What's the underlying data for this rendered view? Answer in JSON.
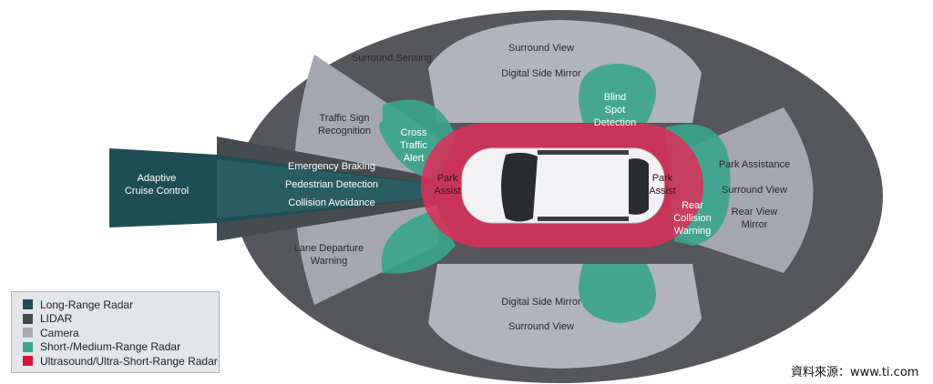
{
  "labels": {
    "surround_sensing": "Surround Sensing",
    "surround_view_top": "Surround View",
    "digital_side_mirror_top": "Digital Side Mirror",
    "blind_spot": [
      "Blind",
      "Spot",
      "Detection"
    ],
    "traffic_sign": [
      "Traffic Sign",
      "Recognition"
    ],
    "cross_traffic": [
      "Cross",
      "Traffic",
      "Alert"
    ],
    "adaptive_cruise": [
      "Adaptive",
      "Cruise Control"
    ],
    "emergency_braking": "Emergency Braking",
    "pedestrian_detection": "Pedestrian Detection",
    "collision_avoidance": "Collision Avoidance",
    "park_assist_front": [
      "Park",
      "Assist"
    ],
    "park_assist_rear": [
      "Park",
      "Assist"
    ],
    "rear_collision": [
      "Rear",
      "Collision",
      "Warning"
    ],
    "park_assistance": "Park Assistance",
    "surround_view_right": "Surround View",
    "rear_view_mirror": [
      "Rear View",
      "Mirror"
    ],
    "lane_departure": [
      "Lane Departure",
      "Warning"
    ],
    "digital_side_mirror_bottom": "Digital Side Mirror",
    "surround_view_bottom": "Surround View"
  },
  "legend": [
    {
      "label": "Long-Range Radar",
      "color": "#1e4d55"
    },
    {
      "label": "LIDAR",
      "color": "#45494d"
    },
    {
      "label": "Camera",
      "color": "#a9abb3"
    },
    {
      "label": "Short-/Medium-Range Radar",
      "color": "#3aa58c"
    },
    {
      "label": "Ultrasound/Ultra-Short-Range Radar",
      "color": "#d9143a"
    }
  ],
  "source": "資料來源：www.ti.com"
}
